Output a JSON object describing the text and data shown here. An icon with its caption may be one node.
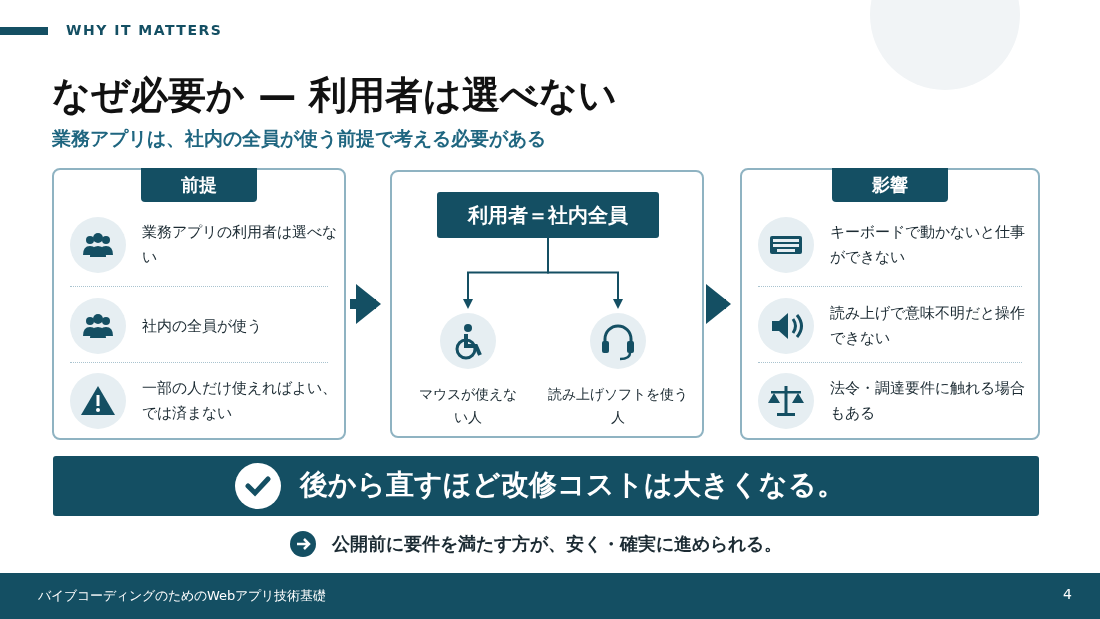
{
  "diagram": {
    "title": "なぜ必要か — 利用者は選べない",
    "nodes": [
      {
        "text": [
          "前提"
        ]
      },
      {
        "text": [
          "業務アプリの利用者は選べない"
        ],
        "in": 0
      },
      {
        "text": [
          "社内の全員が使う"
        ],
        "in": 0
      },
      {
        "text": [
          "一部の人だけ使えればよい、では済まない"
        ],
        "in": 0
      },
      {
        "text": [],
        "shape": "box"
      },
      {
        "text": [
          "利用者＝社内全員"
        ],
        "in": 4
      },
      {
        "text": [
          "マウスが使えない人"
        ],
        "in": 4
      },
      {
        "text": [
          "読み上げソフトを使う人"
        ],
        "in": 4
      },
      {
        "text": [
          "影響"
        ]
      },
      {
        "text": [
          "キーボードで動かないと仕事ができない"
        ],
        "in": 8
      },
      {
        "text": [
          "読み上げで意味不明だと操作できない"
        ],
        "in": 8
      },
      {
        "text": [
          "法令・調達要件に触れる場合もある"
        ],
        "in": 8
      },
      {
        "text": [
          "後から直すほど改修コストは大きくなる。"
        ]
      }
    ],
    "edges": [
      {
        "from": 0,
        "to": 4,
        "arrow": "to",
        "style": "thick"
      },
      {
        "from": 4,
        "to": 8,
        "arrow": "to",
        "style": "thick"
      },
      {
        "from": 5,
        "to": 6,
        "arrow": "to"
      },
      {
        "from": 5,
        "to": 7,
        "arrow": "to"
      }
    ],
    "labels": [
      "WHY IT MATTERS",
      "業務アプリは、社内の全員が使う前提で考える必要がある",
      "公開前に要件を満たす方が、安く・確実に進められる。",
      "バイブコーディングのためのWebアプリ技術基礎",
      "4"
    ]
  }
}
